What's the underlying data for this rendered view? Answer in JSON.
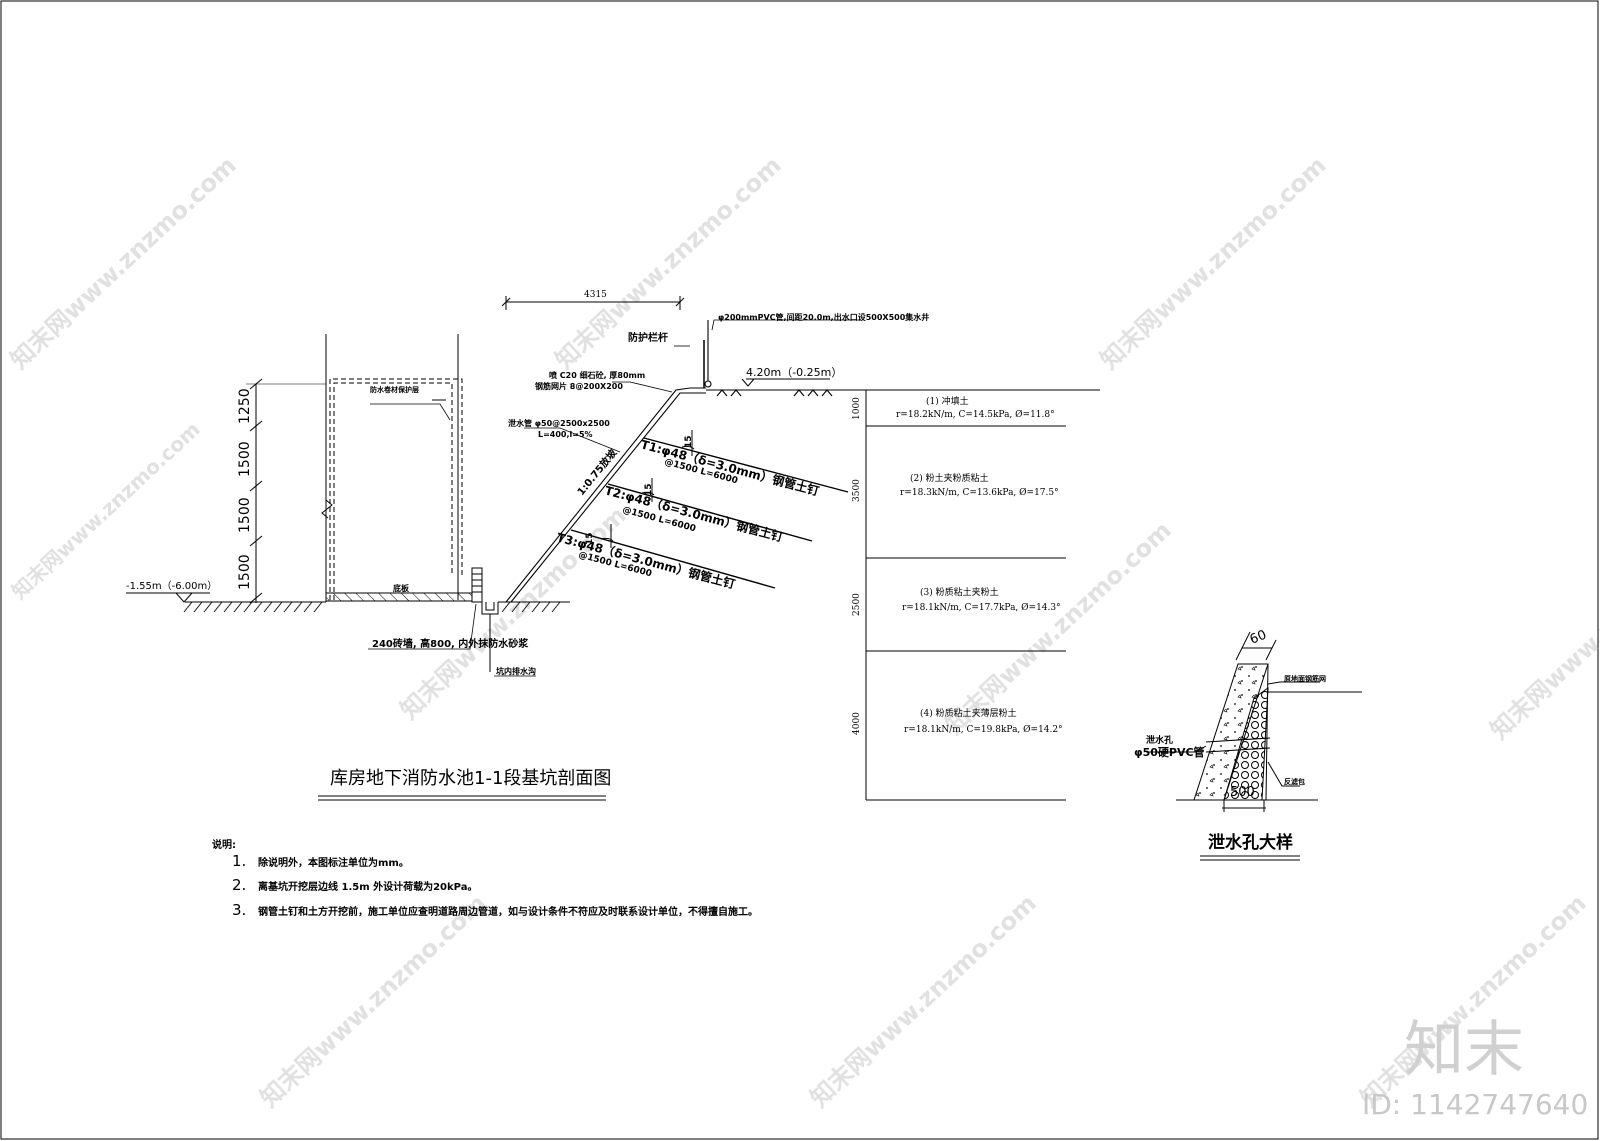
{
  "main_title": "库房地下消防水池1-1段基坑剖面图",
  "detail_title": "泄水孔大样",
  "notes": {
    "heading": "说明:",
    "items": [
      {
        "num": "1.",
        "text": "除说明外，本图标注单位为mm。"
      },
      {
        "num": "2.",
        "text": "离基坑开挖层边线 1.5m 外设计荷载为20kPa。"
      },
      {
        "num": "3.",
        "text": "钢管土钉和土方开挖前，施工单位应查明道路周边管道，如与设计条件不符应及时联系设计单位，不得擅自施工。"
      }
    ]
  },
  "left_elevation": {
    "label": "-1.55m（-6.00m）",
    "dims": [
      "1250",
      "1500",
      "1500",
      "1500"
    ]
  },
  "top_dim": "4315",
  "top_elev": "4.20m（-0.25m）",
  "pvc_note": "φ200mmPVC管,间距20.0m,出水口设500X500集水井",
  "railing": "防护栏杆",
  "shotcrete": "喷 C20 细石砼, 厚80mm",
  "mesh": "钢筋网片 8@200X200",
  "drain_pipe_1": "泄水管 φ50@2500x2500",
  "drain_pipe_2": "L=400,i=5%",
  "slope": "1:0.75放坡",
  "nails": [
    {
      "id": "T1:φ48（δ=3.0mm）钢管土钉",
      "spec": "@1500 L=6000",
      "angle": "15"
    },
    {
      "id": "T2:φ48（δ=3.0mm）钢管土钉",
      "spec": "@1500 L=6000",
      "angle": "15"
    },
    {
      "id": "T3:φ48（δ=3.0mm）钢管土钉",
      "spec": "@1500 L=6000",
      "angle": "15"
    }
  ],
  "floor": "底板",
  "waterproof": "防水卷材保护层",
  "brick_wall": "240砖墙, 高800, 内外抹防水砂浆",
  "sump": "坑内排水沟",
  "layers": [
    {
      "name": "(1) 冲填土",
      "props": "r=18.2kN/m, C=14.5kPa, Ø=11.8°",
      "thk": "1000"
    },
    {
      "name": "(2) 粉土夹粉质粘土",
      "props": "r=18.3kN/m, C=13.6kPa, Ø=17.5°",
      "thk": "3500"
    },
    {
      "name": "(3) 粉质粘土夹粉土",
      "props": "r=18.1kN/m, C=17.7kPa, Ø=14.3°",
      "thk": "2500"
    },
    {
      "name": "(4) 粉质粘土夹薄层粉土",
      "props": "r=18.1kN/m, C=19.8kPa, Ø=14.2°",
      "thk": "4000"
    }
  ],
  "detail": {
    "dim_top": "60",
    "dim_bottom": "500",
    "label_drain": "泄水孔",
    "label_pvc": "φ50硬PVC管",
    "label_top": "原地面钢筋网",
    "label_stone": "反滤包"
  },
  "watermark": "知末网www.znzmo.com",
  "logo": "知末",
  "id_text": "ID: 1142747640"
}
